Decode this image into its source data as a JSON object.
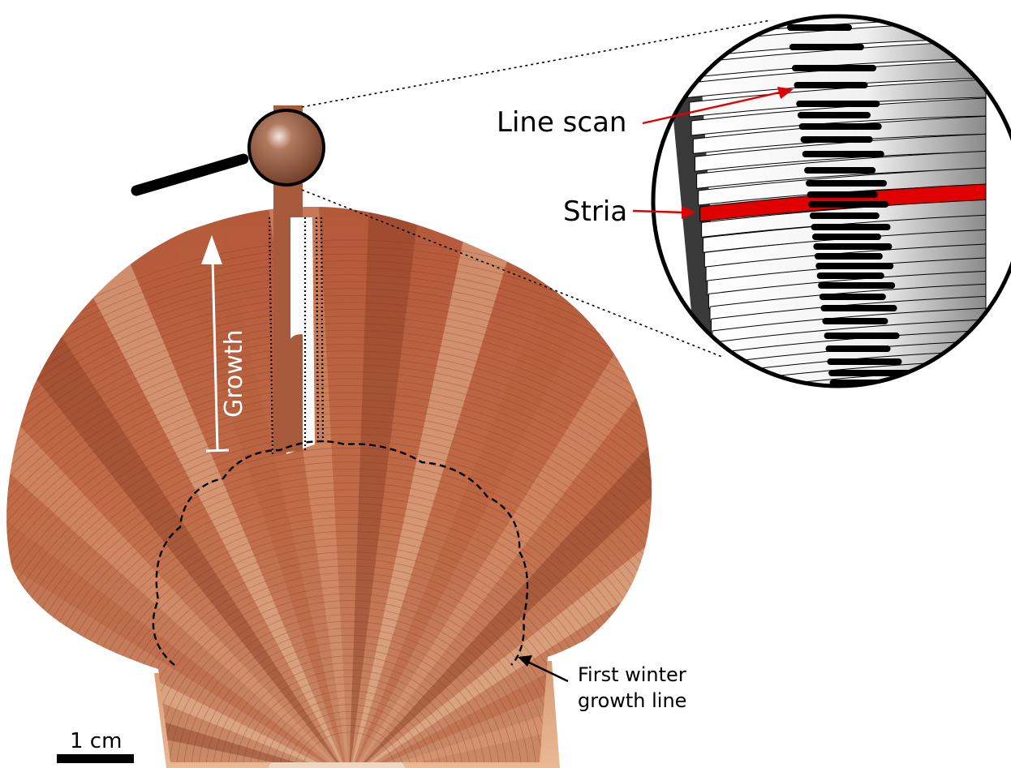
{
  "labels": {
    "growth": "Growth",
    "line_scan": "Line scan",
    "stria": "Stria",
    "first_winter_line1": "First winter",
    "first_winter_line2": "growth line",
    "scale_bar": "1 cm"
  },
  "colors": {
    "shell_dark": "#8a3b24",
    "shell_mid": "#b5603c",
    "shell_light": "#e0a07a",
    "shell_pale": "#f0c9a6",
    "stria_highlight": "#e00000",
    "arrow_red": "#e00000",
    "ink": "#000000"
  },
  "icons": {
    "magnifier": "magnifying-glass-icon"
  }
}
